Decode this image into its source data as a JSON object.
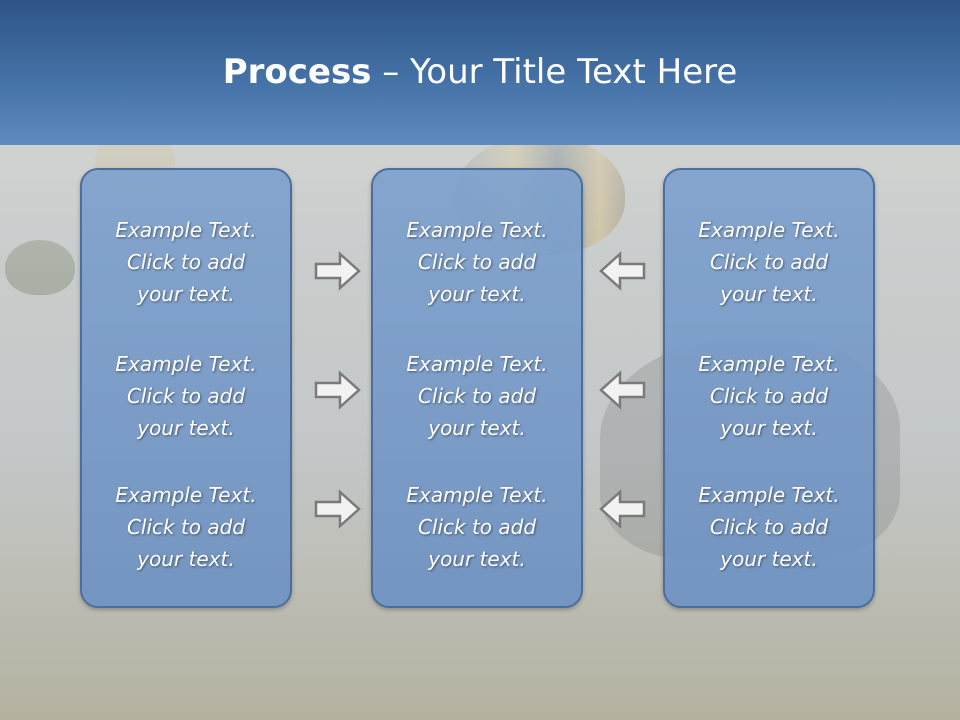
{
  "title": {
    "bold": "Process",
    "rest": " – Your Title Text Here"
  },
  "columns": [
    {
      "items": [
        {
          "l1": "Example Text.",
          "l2": "Click  to add",
          "l3": "your text."
        },
        {
          "l1": "Example Text.",
          "l2": "Click  to add",
          "l3": "your text."
        },
        {
          "l1": "Example Text.",
          "l2": "Click  to add",
          "l3": "your text."
        }
      ]
    },
    {
      "items": [
        {
          "l1": "Example Text.",
          "l2": "Click  to add",
          "l3": "your text."
        },
        {
          "l1": "Example Text.",
          "l2": "Click  to add",
          "l3": "your text."
        },
        {
          "l1": "Example Text.",
          "l2": "Click  to add",
          "l3": "your text."
        }
      ]
    },
    {
      "items": [
        {
          "l1": "Example Text.",
          "l2": "Click  to add",
          "l3": "your text."
        },
        {
          "l1": "Example Text.",
          "l2": "Click  to add",
          "l3": "your text."
        },
        {
          "l1": "Example Text.",
          "l2": "Click  to add",
          "l3": "your text."
        }
      ]
    }
  ],
  "arrows": {
    "left_group": "right-arrow-icon",
    "right_group": "left-arrow-icon"
  },
  "colors": {
    "header": "#4471a6",
    "box": "#7ea1cd",
    "box_border": "#4b6f9c",
    "text": "#ffffff"
  }
}
